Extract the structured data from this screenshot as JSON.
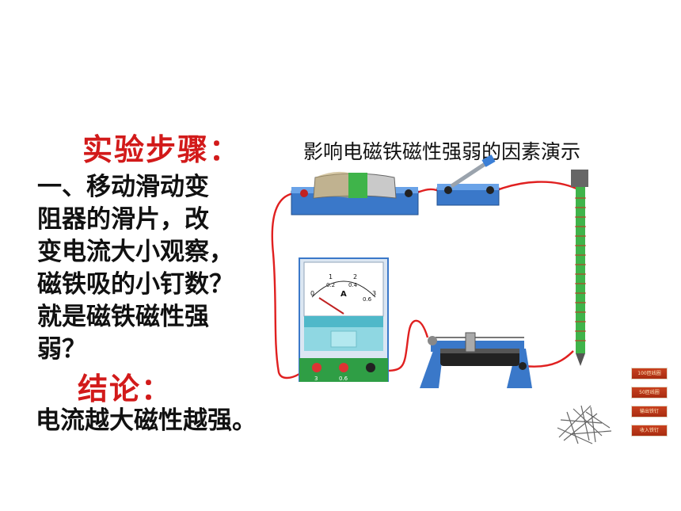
{
  "steps_heading": "实验步骤：",
  "steps_lines": [
    "一、移动滑动变",
    "阻器的滑片，改",
    "变电流大小观察，",
    "磁铁吸的小钉数？",
    "就是磁铁磁性强",
    "弱？"
  ],
  "conclusion_heading": "结论：",
  "conclusion_text": "电流越大磁性越强。",
  "demo": {
    "title": "影响电磁铁磁性强弱的因素演示",
    "ammeter": {
      "scale_top": [
        "0",
        "1",
        "2",
        "3"
      ],
      "scale_bottom": [
        "0.2",
        "0.4",
        "0.6"
      ],
      "unit": "A",
      "terminal_labels": [
        "3",
        "0.6"
      ]
    },
    "controls": [
      "100匝线圈",
      "50匝线圈",
      "输出铁钉",
      "收入铁钉"
    ]
  },
  "colors": {
    "heading": "#d21a1a",
    "wire": "#e02020",
    "device_blue": "#3a78c9",
    "coil_green": "#3fb44a"
  }
}
